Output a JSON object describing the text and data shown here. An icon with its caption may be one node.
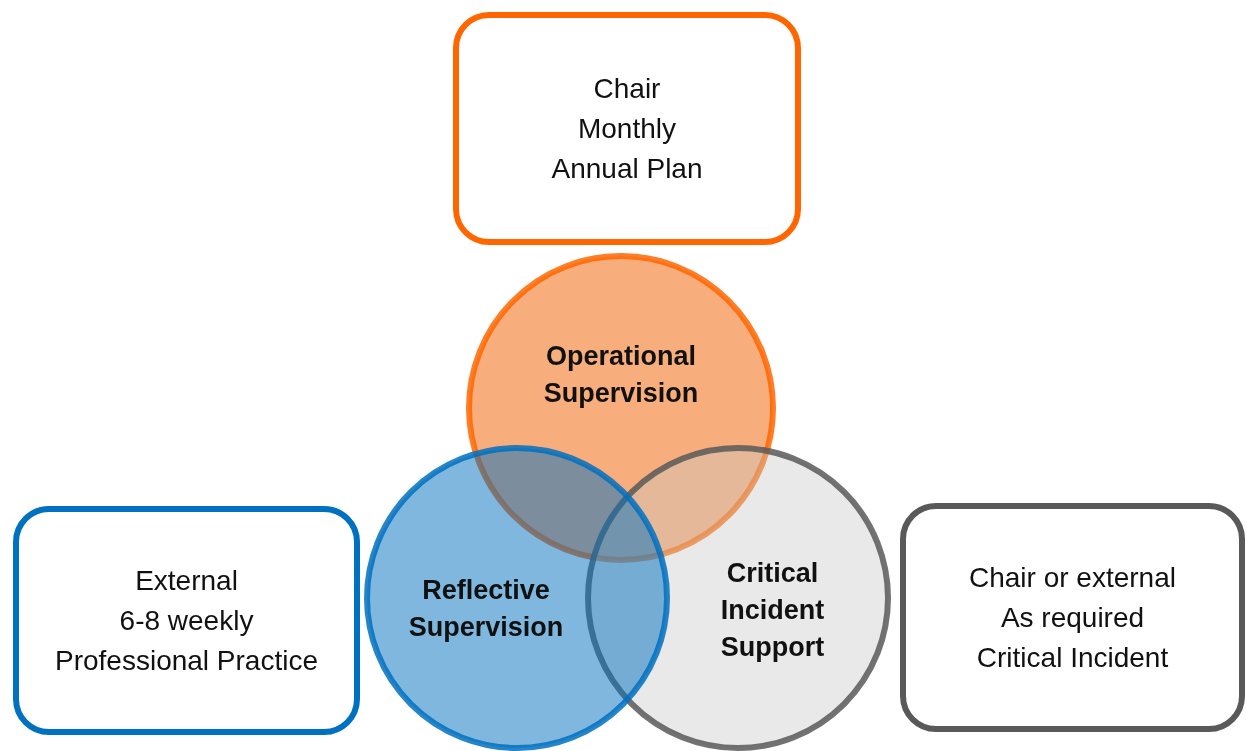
{
  "diagram": {
    "nodes": [
      {
        "text": [
          "Chair",
          "Monthly",
          "Annual Plan"
        ]
      },
      {
        "text": [
          "Operational Supervision"
        ]
      },
      {
        "text": [
          "Reflective Supervision"
        ]
      },
      {
        "text": [
          "Critical Incident Support"
        ]
      },
      {
        "text": [
          "External",
          "6-8 weekly",
          "Professional Practice"
        ]
      },
      {
        "text": [
          "Chair or external",
          "As required",
          "Critical Incident"
        ]
      }
    ],
    "edges": []
  }
}
